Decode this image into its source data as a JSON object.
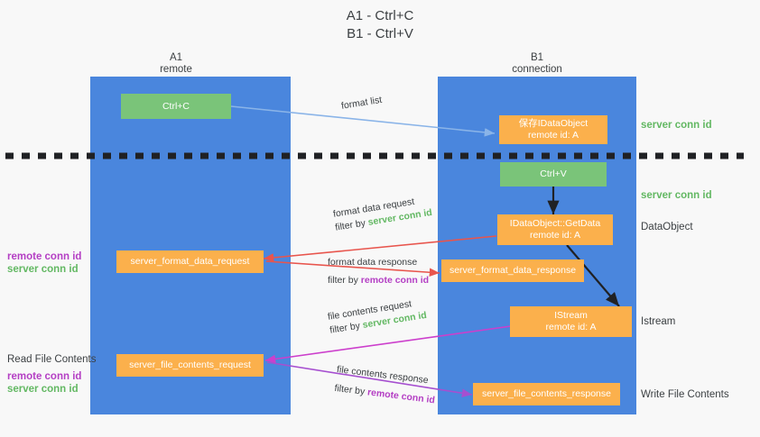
{
  "title": {
    "line1": "A1 - Ctrl+C",
    "line2": "B1 - Ctrl+V"
  },
  "lanes": [
    {
      "name": "A1",
      "sub": "remote"
    },
    {
      "name": "B1",
      "sub": "connection"
    }
  ],
  "colors": {
    "lane": "#4a86dd",
    "orange": "#fbb04c",
    "green_box": "#7ac479",
    "server_conn_text": "#63b863",
    "remote_conn_text": "#b43fc4",
    "arrow_blue": "#8ab4e8",
    "arrow_red": "#e8554d",
    "arrow_magenta": "#cc3fcc",
    "arrow_purple": "#a64fd0",
    "arrow_black": "#202124",
    "divider": "#202124"
  },
  "boxes": {
    "ctrl_c": "Ctrl+C",
    "ctrl_v": "Ctrl+V",
    "save_dataobject": {
      "line1": "保存IDataObject",
      "line2": "remote id: A"
    },
    "getdata": {
      "line1": "IDataObject::GetData",
      "line2": "remote id: A"
    },
    "istream": {
      "line1": "IStream",
      "line2": "remote id: A"
    },
    "server_format_data_request": "server_format_data_request",
    "server_format_data_response": "server_format_data_response",
    "server_file_contents_request": "server_file_contents_request",
    "server_file_contents_response": "server_file_contents_response"
  },
  "right_labels": {
    "server_conn_id_top": "server conn id",
    "server_conn_id_mid": "server conn id",
    "dataobject": "DataObject",
    "istream": "Istream",
    "write_file_contents": "Write File Contents"
  },
  "left_labels": {
    "remote_conn_id_1": "remote conn id",
    "server_conn_id_1": "server conn id",
    "read_file_contents": "Read File Contents",
    "remote_conn_id_2": "remote conn id",
    "server_conn_id_2": "server conn id"
  },
  "arrow_labels": {
    "format_list": "format list",
    "format_data_request": "format data request",
    "format_data_request_filter_prefix": "filter by ",
    "format_data_request_filter_value": "server conn id",
    "format_data_response": "format data response",
    "format_data_response_filter_prefix": "filter by ",
    "format_data_response_filter_value": "remote conn id",
    "file_contents_request": "file contents request",
    "file_contents_request_filter_prefix": "filter by ",
    "file_contents_request_filter_value": "server conn id",
    "file_contents_response": "file contents response",
    "file_contents_response_filter_prefix": "filter by ",
    "file_contents_response_filter_value": "remote conn id"
  }
}
